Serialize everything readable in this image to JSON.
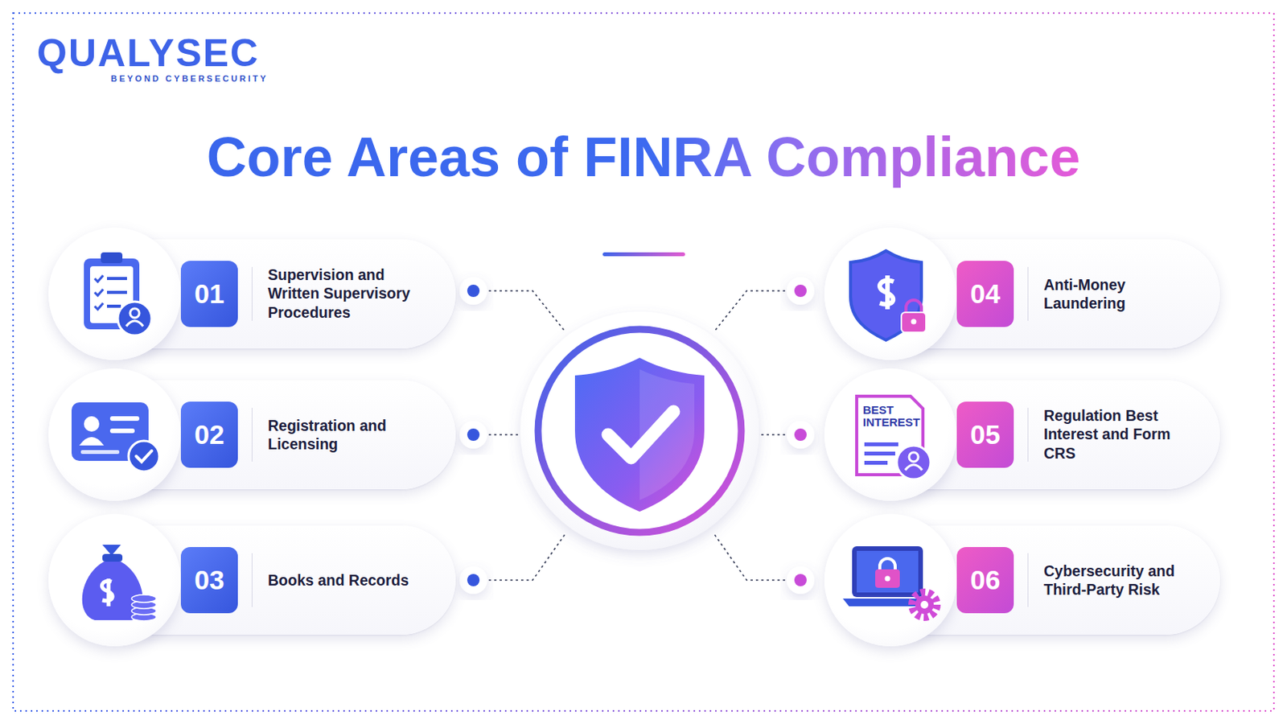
{
  "diagram": {
    "title": "Core Areas of FINRA Compliance",
    "nodes": [
      {
        "text": [
          "01",
          "Supervision and Written Supervisory Procedures"
        ]
      },
      {
        "text": [
          "02",
          "Registration and Licensing"
        ]
      },
      {
        "text": [
          "03",
          "Books and Records"
        ]
      },
      {
        "text": [
          "04",
          "Anti-Money Laundering"
        ]
      },
      {
        "text": [
          "05",
          "Regulation Best Interest and Form CRS"
        ]
      },
      {
        "text": [
          "06",
          "Cybersecurity and Third-Party Risk"
        ]
      }
    ],
    "labels": [
      "QUALYSEC",
      "BEYOND CYBERSECURITY",
      "BEST INTEREST"
    ]
  }
}
